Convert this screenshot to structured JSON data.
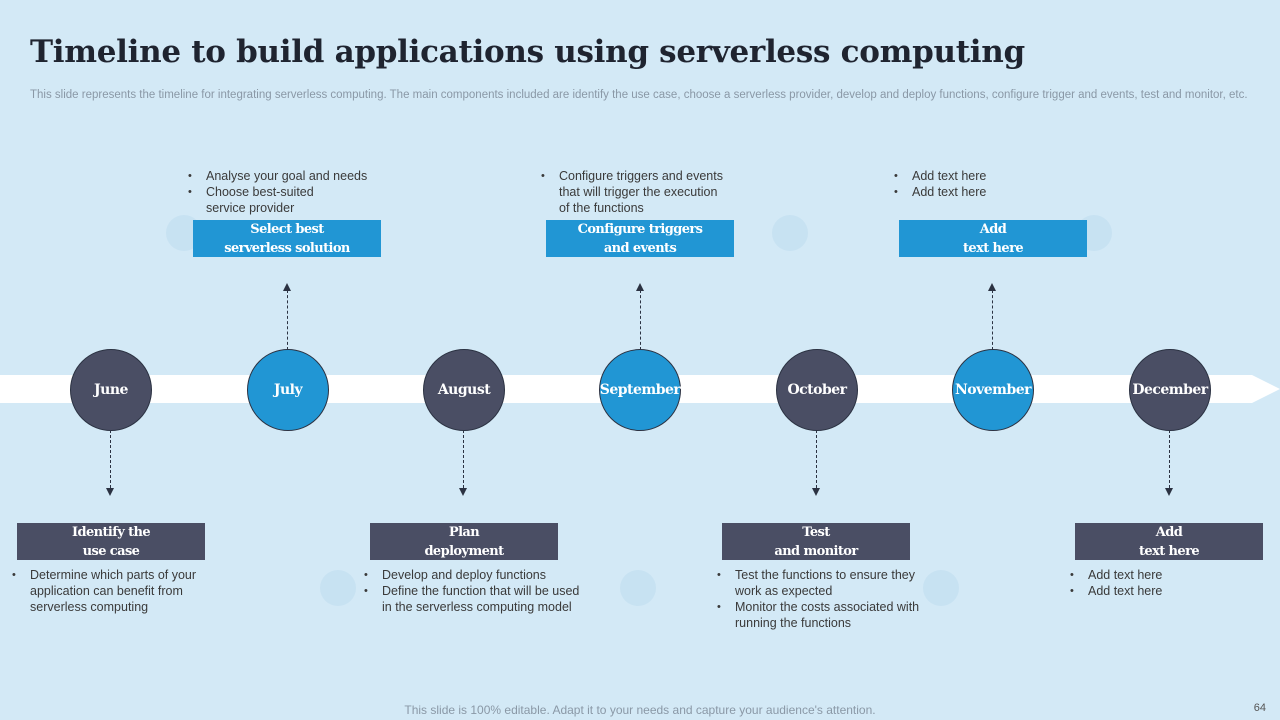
{
  "title": "Timeline to build applications using serverless computing",
  "subtitle": "This slide represents the timeline for integrating serverless computing. The main components included are identify the use case, choose a serverless provider, develop and deploy functions, configure trigger and events, test and monitor, etc.",
  "months": [
    "June",
    "July",
    "August",
    "September",
    "October",
    "November",
    "December"
  ],
  "top_steps": [
    {
      "label": "Select best\nserverless solution",
      "bullets": [
        "Analyse your goal and needs",
        "Choose best-suited\nservice provider"
      ]
    },
    {
      "label": "Configure triggers\nand events",
      "bullets": [
        "Configure triggers and events\nthat will trigger the execution\nof the functions"
      ]
    },
    {
      "label": "Add\ntext here",
      "bullets": [
        "Add text here",
        "Add text here"
      ]
    }
  ],
  "bottom_steps": [
    {
      "label": "Identify the\nuse case",
      "bullets": [
        "Determine which parts of your\napplication can benefit from\nserverless computing"
      ]
    },
    {
      "label": "Plan\ndeployment",
      "bullets": [
        "Develop and deploy functions",
        "Define the function that will be used\nin the serverless computing model"
      ]
    },
    {
      "label": "Test\nand monitor",
      "bullets": [
        "Test the functions to ensure they\nwork as expected",
        "Monitor the costs associated with\nrunning the functions"
      ]
    },
    {
      "label": "Add\ntext here",
      "bullets": [
        "Add text here",
        "Add text here"
      ]
    }
  ],
  "footer": "This slide is 100% editable. Adapt it to your needs and capture your audience's attention.",
  "page_number": "64",
  "colors": {
    "background": "#d3e9f6",
    "dark": "#4a4e64",
    "blue": "#2196d4",
    "track": "#ffffff"
  }
}
